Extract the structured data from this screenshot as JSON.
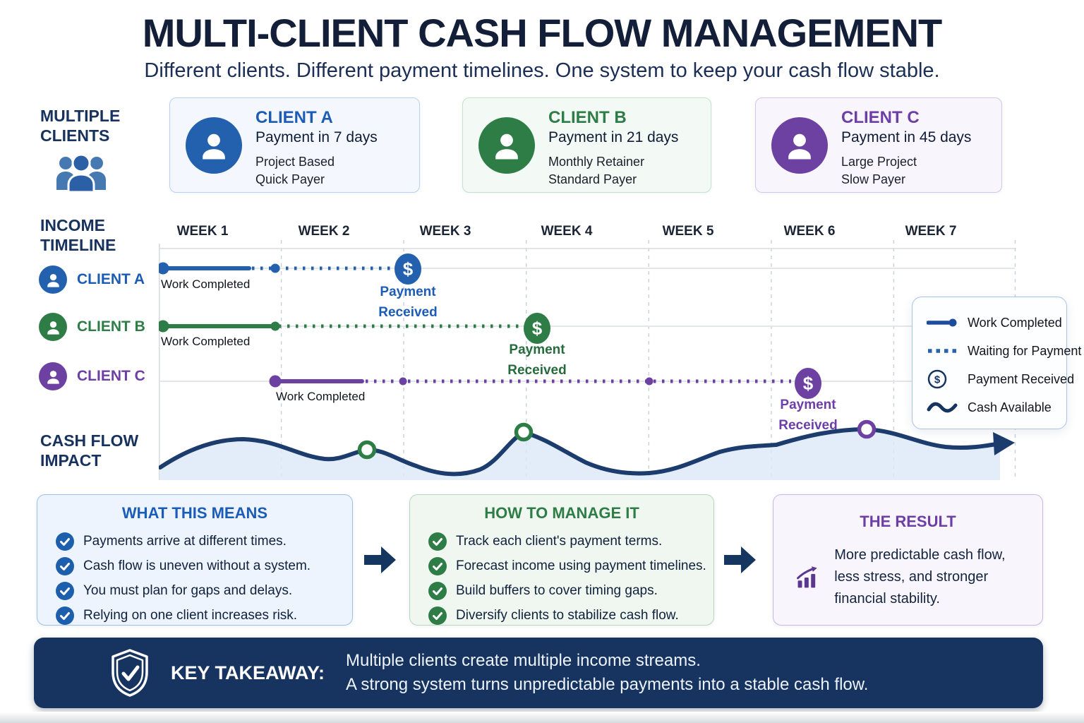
{
  "header": {
    "title": "MULTI-CLIENT CASH FLOW MANAGEMENT",
    "subtitle": "Different clients. Different payment timelines. One system to keep your cash flow stable."
  },
  "clients": {
    "section_label": "MULTIPLE CLIENTS",
    "cards": [
      {
        "name": "CLIENT A",
        "payment": "Payment in 7 days",
        "type": "Project Based",
        "payer": "Quick Payer"
      },
      {
        "name": "CLIENT B",
        "payment": "Payment in 21 days",
        "type": "Monthly Retainer",
        "payer": "Standard Payer"
      },
      {
        "name": "CLIENT C",
        "payment": "Payment in 45 days",
        "type": "Large Project",
        "payer": "Slow Payer"
      }
    ]
  },
  "timeline": {
    "section_label": "INCOME TIMELINE",
    "weeks": [
      "WEEK 1",
      "WEEK 2",
      "WEEK 3",
      "WEEK 4",
      "WEEK 5",
      "WEEK 6",
      "WEEK 7"
    ],
    "rows": [
      {
        "client": "CLIENT A",
        "work": "Work Completed",
        "payment": "Payment Received"
      },
      {
        "client": "CLIENT B",
        "work": "Work Completed",
        "payment": "Payment Received"
      },
      {
        "client": "CLIENT C",
        "work": "Work Completed",
        "payment": "Payment Received"
      }
    ]
  },
  "legend": {
    "items": [
      "Work Completed",
      "Waiting for Payment",
      "Payment Received",
      "Cash Available"
    ]
  },
  "cashflow": {
    "section_label": "CASH FLOW IMPACT"
  },
  "boxes": {
    "means": {
      "title": "WHAT THIS MEANS",
      "items": [
        "Payments arrive at different times.",
        "Cash flow is uneven without a system.",
        "You must plan for gaps and delays.",
        "Relying on one client increases risk."
      ]
    },
    "manage": {
      "title": "HOW TO MANAGE IT",
      "items": [
        "Track each client's payment terms.",
        "Forecast income using payment timelines.",
        "Build buffers to cover timing gaps.",
        "Diversify clients to stabilize cash flow."
      ]
    },
    "result": {
      "title": "THE RESULT",
      "text": "More predictable cash flow, less stress, and stronger financial stability."
    }
  },
  "takeaway": {
    "label": "KEY TAKEAWAY:",
    "line1": "Multiple clients create multiple income streams.",
    "line2": "A strong system turns unpredictable payments into a stable cash flow."
  },
  "glyphs": {
    "dollar": "$"
  },
  "colors": {
    "client_a": "#2361ae",
    "client_b": "#2e7d46",
    "client_c": "#6d41a1",
    "navy": "#16345f",
    "curve": "#1c3c6e"
  }
}
